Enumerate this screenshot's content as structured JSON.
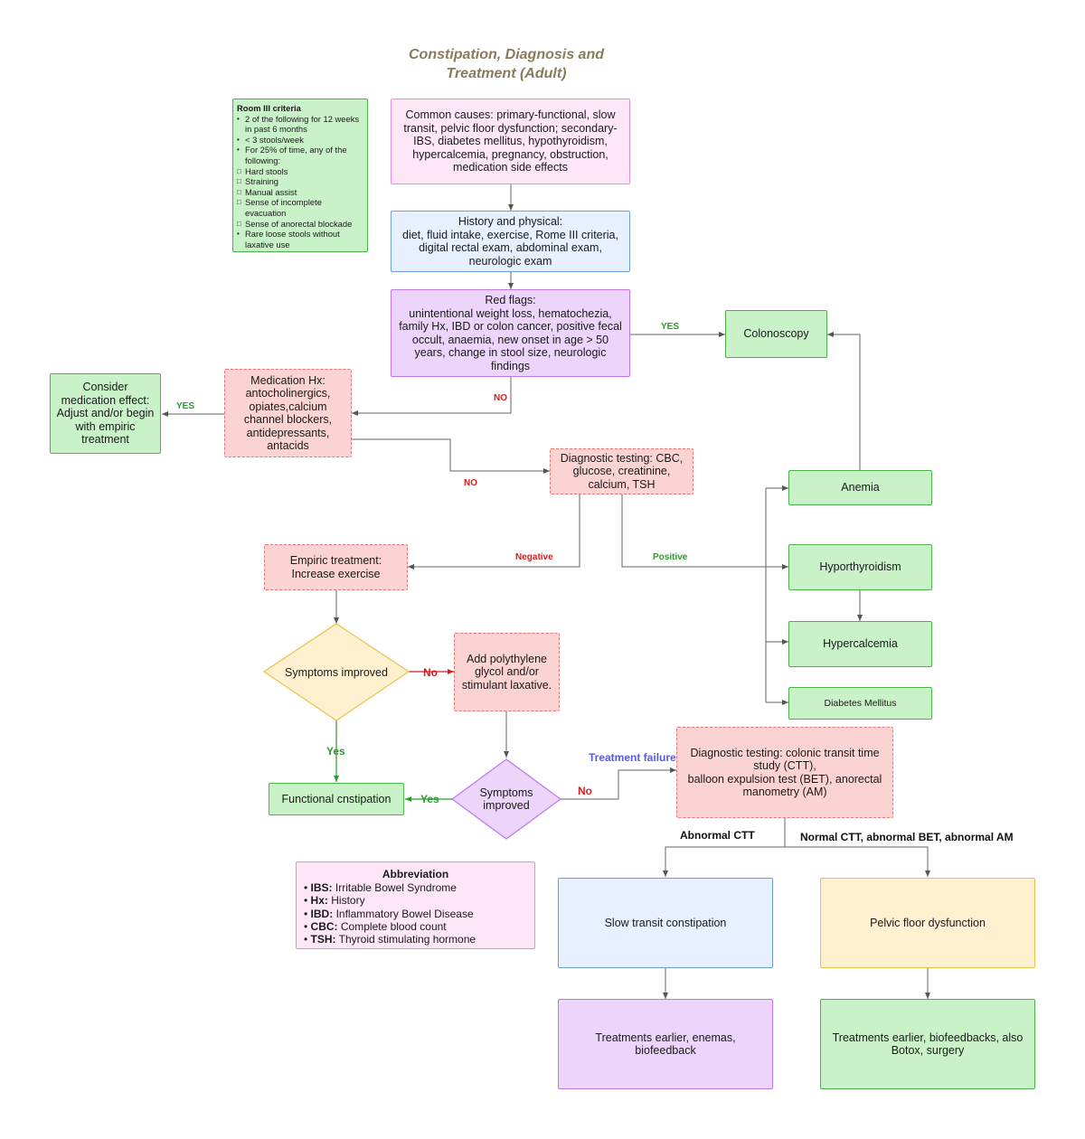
{
  "title": [
    "Constipation, Diagnosis and",
    "Treatment (Adult)"
  ],
  "rome": {
    "heading": "Room III criteria",
    "items": [
      {
        "marker": "•",
        "text": "2 of the following for 12 weeks in past 6 months"
      },
      {
        "marker": "•",
        "text": "< 3  stools/week"
      },
      {
        "marker": "•",
        "text": "For 25% of time, any of the following:"
      },
      {
        "marker": "□",
        "text": "Hard stools"
      },
      {
        "marker": "□",
        "text": "Straining"
      },
      {
        "marker": "□",
        "text": "Manual assist"
      },
      {
        "marker": "□",
        "text": "Sense of incomplete evacuation"
      },
      {
        "marker": "□",
        "text": "Sense of anorectal blockade"
      },
      {
        "marker": "•",
        "text": "Rare loose stools without laxative use"
      }
    ]
  },
  "nodes": {
    "common_causes": "Common causes: primary-functional, slow transit, pelvic floor dysfunction; secondary-IBS, diabetes mellitus, hypothyroidism, hypercalcemia, pregnancy, obstruction, medication side effects",
    "history": "History and physical:\ndiet, fluid intake, exercise, Rome III criteria, digital rectal exam, abdominal exam, neurologic exam",
    "red_flags": "Red flags:\nunintentional weight loss, hematochezia, family Hx, IBD or colon cancer, positive fecal occult, anaemia, new onset in age > 50 years, change in stool size, neurologic findings",
    "colonoscopy": "Colonoscopy",
    "medication_hx": "Medication Hx:\nantocholinergics, opiates,calcium channel blockers, antidepressants, antacids",
    "consider_medication": "Consider medication effect: Adjust and/or begin with empiric treatment",
    "diagnostic_testing": "Diagnostic testing: CBC, glucose, creatinine, calcium, TSH",
    "anemia": "Anemia",
    "hypothyroidism": "Hyporthyroidism",
    "hypercalcemia": "Hypercalcemia",
    "diabetes": "Diabetes Mellitus",
    "empiric_treatment": "Empiric treatment:\nIncrease exercise",
    "symptoms_improved_1": "Symptoms improved",
    "add_peg": "Add polythylene glycol and/or stimulant laxative.",
    "functional": "Functional cnstipation",
    "symptoms_improved_2": "Symptoms improved",
    "diagnostic_testing_2": "Diagnostic testing: colonic transit time study (CTT),\nballoon expulsion test (BET), anorectal manometry (AM)",
    "slow_transit": "Slow transit constipation",
    "pelvic_floor": "Pelvic floor dysfunction",
    "treatments_slow": "Treatments earlier, enemas, biofeedback",
    "treatments_pelvic": "Treatments earlier, biofeedbacks, also Botox, surgery"
  },
  "edge_labels": {
    "yes_colonoscopy": "YES",
    "no_red_flags": "NO",
    "yes_medication": "YES",
    "no_medication": "NO",
    "negative": "Negative",
    "positive": "Positive",
    "no_symptoms": "No",
    "yes_symptoms_1": "Yes",
    "yes_symptoms_2": "Yes",
    "no_symptoms_2": "No",
    "treatment_failure": "Treatment failure",
    "abnormal_ctt": "Abnormal CTT",
    "normal_ctt": "Normal CTT, abnormal BET, abnormal AM"
  },
  "abbreviation": {
    "heading": "Abbreviation",
    "items": [
      {
        "abbr": "IBS:",
        "full": "Irritable Bowel Syndrome"
      },
      {
        "abbr": "Hx:",
        "full": "History"
      },
      {
        "abbr": "IBD:",
        "full": "Inflammatory Bowel Disease"
      },
      {
        "abbr": "CBC:",
        "full": "Complete blood count"
      },
      {
        "abbr": "TSH:",
        "full": "Thyroid stimulating hormone"
      }
    ]
  },
  "colors": {
    "green_fill": "#c9f2c9",
    "pink_fill": "#fde7f7",
    "blue_fill": "#e6f0ff",
    "purple_fill": "#ecd4fa",
    "red_fill": "#fcd3d3",
    "yellow_fill": "#fff0d0",
    "title": "#8a7a5c",
    "yes_green": "#2a9a2a",
    "no_red": "#d41e1e",
    "treatment_failure_blue": "#5a5ae0"
  }
}
